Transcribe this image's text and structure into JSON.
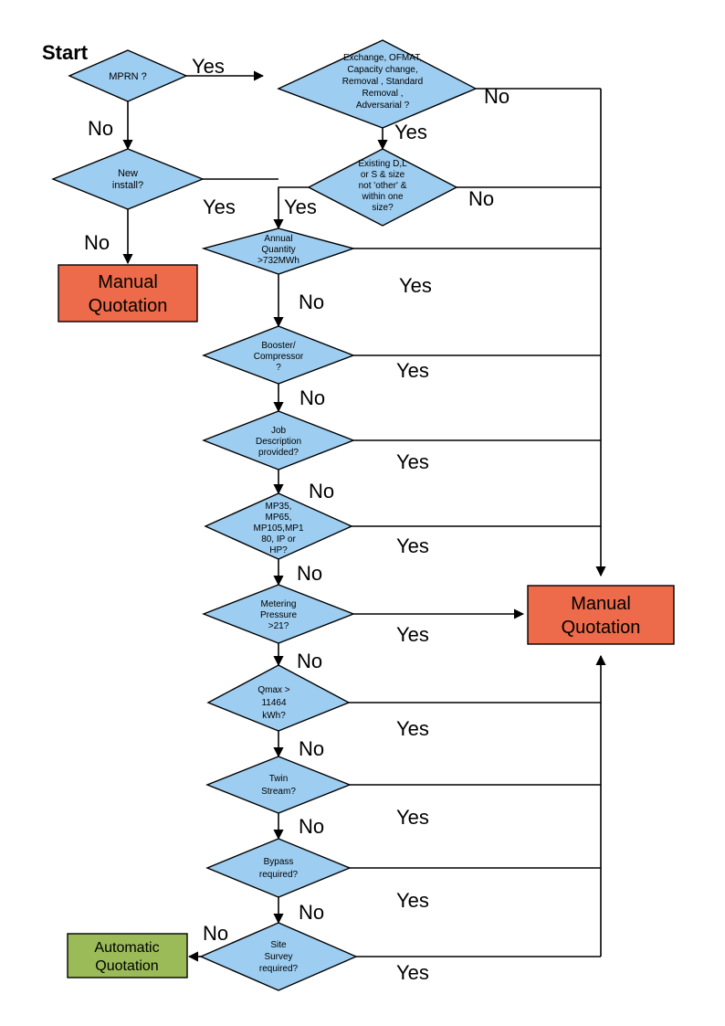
{
  "diagram": {
    "title_label": "Start",
    "colors": {
      "decision_fill": "#9DCDF0",
      "manual_fill": "#ED6A4A",
      "automatic_fill": "#9BBB59",
      "line": "#000000",
      "text": "#000000"
    },
    "nodes": {
      "mprn": {
        "type": "decision",
        "lines": [
          "MPRN ?"
        ]
      },
      "exchange": {
        "type": "decision",
        "lines": [
          "Exchange, OFMAT,",
          "Capacity change,",
          "Removal , Standard",
          "Removal ,",
          "Adversarial ?"
        ]
      },
      "new_install": {
        "type": "decision",
        "lines": [
          "New",
          "install?"
        ]
      },
      "existing_dls": {
        "type": "decision",
        "lines": [
          "Existing D,L",
          "or S & size",
          "not 'other' &",
          "within one",
          "size?"
        ]
      },
      "annual_quantity": {
        "type": "decision",
        "lines": [
          "Annual",
          "Quantity",
          ">732MWh"
        ]
      },
      "booster": {
        "type": "decision",
        "lines": [
          "Booster/",
          "Compressor",
          "?"
        ]
      },
      "job_description": {
        "type": "decision",
        "lines": [
          "Job",
          "Description",
          "provided?"
        ]
      },
      "mp_types": {
        "type": "decision",
        "lines": [
          "MP35,",
          "MP65,",
          "MP105,MP1",
          "80, IP or",
          "HP?"
        ]
      },
      "metering_pressure": {
        "type": "decision",
        "lines": [
          "Metering",
          "Pressure",
          ">21?"
        ]
      },
      "qmax": {
        "type": "decision",
        "lines": [
          "Qmax >",
          "11464",
          "kWh?"
        ]
      },
      "twin_stream": {
        "type": "decision",
        "lines": [
          "Twin",
          "Stream?"
        ]
      },
      "bypass": {
        "type": "decision",
        "lines": [
          "Bypass",
          "required?"
        ]
      },
      "site_survey": {
        "type": "decision",
        "lines": [
          "Site",
          "Survey",
          "required?"
        ]
      },
      "manual_quotation_left": {
        "type": "terminal",
        "lines": [
          "Manual",
          "Quotation"
        ]
      },
      "manual_quotation_right": {
        "type": "terminal",
        "lines": [
          "Manual",
          "Quotation"
        ]
      },
      "automatic_quotation": {
        "type": "terminal",
        "lines": [
          "Automatic",
          "Quotation"
        ]
      }
    },
    "edge_labels": {
      "mprn_yes": "Yes",
      "mprn_no": "No",
      "exchange_no": "No",
      "exchange_yes": "Yes",
      "new_install_yes": "Yes",
      "new_install_no": "No",
      "existing_yes": "Yes",
      "existing_no": "No",
      "annual_yes": "Yes",
      "annual_no": "No",
      "booster_yes": "Yes",
      "booster_no": "No",
      "job_yes": "Yes",
      "job_no": "No",
      "mp_yes": "Yes",
      "mp_no": "No",
      "metering_yes": "Yes",
      "metering_no": "No",
      "qmax_yes": "Yes",
      "qmax_no": "No",
      "twin_yes": "Yes",
      "twin_no": "No",
      "bypass_yes": "Yes",
      "bypass_no": "No",
      "site_yes": "Yes",
      "site_no": "No"
    }
  }
}
